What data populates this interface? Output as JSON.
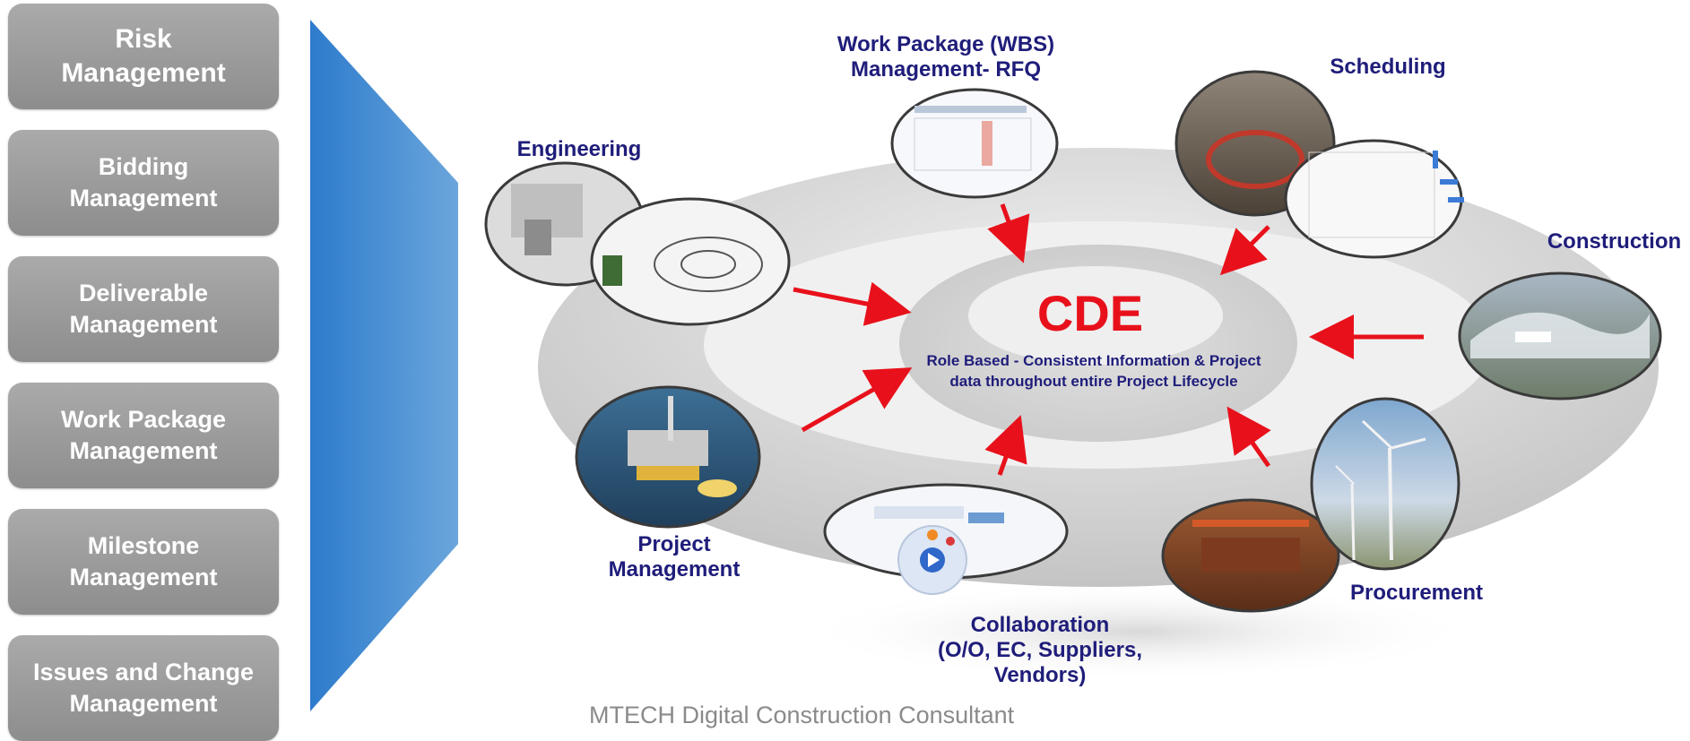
{
  "modules": [
    {
      "id": "risk",
      "label": "Risk\nManagement"
    },
    {
      "id": "bidding",
      "label": "Bidding\nManagement"
    },
    {
      "id": "deliverable",
      "label": "Deliverable\nManagement"
    },
    {
      "id": "work-package",
      "label": "Work Package\nManagement"
    },
    {
      "id": "milestone",
      "label": "Milestone\nManagement"
    },
    {
      "id": "issues-change",
      "label": "Issues and Change\nManagement"
    }
  ],
  "center": {
    "title": "CDE",
    "description": "Role Based  - Consistent Information & Project\ndata throughout entire Project Lifecycle"
  },
  "nodes": {
    "engineering": "Engineering",
    "work_package": "Work Package (WBS)\nManagement- RFQ",
    "scheduling": "Scheduling",
    "construction": "Construction",
    "procurement": "Procurement",
    "collaboration": "Collaboration\n(O/O, EC, Suppliers,\nVendors)",
    "project_management": "Project\nManagement"
  },
  "footer": "MTECH Digital Construction Consultant",
  "colors": {
    "module_bg": "#9a9a9a",
    "chevron": "#3b86d0",
    "label": "#1f1d7a",
    "cde": "#e8111b",
    "arrow": "#e8111b",
    "footer": "#8a8a8a"
  }
}
